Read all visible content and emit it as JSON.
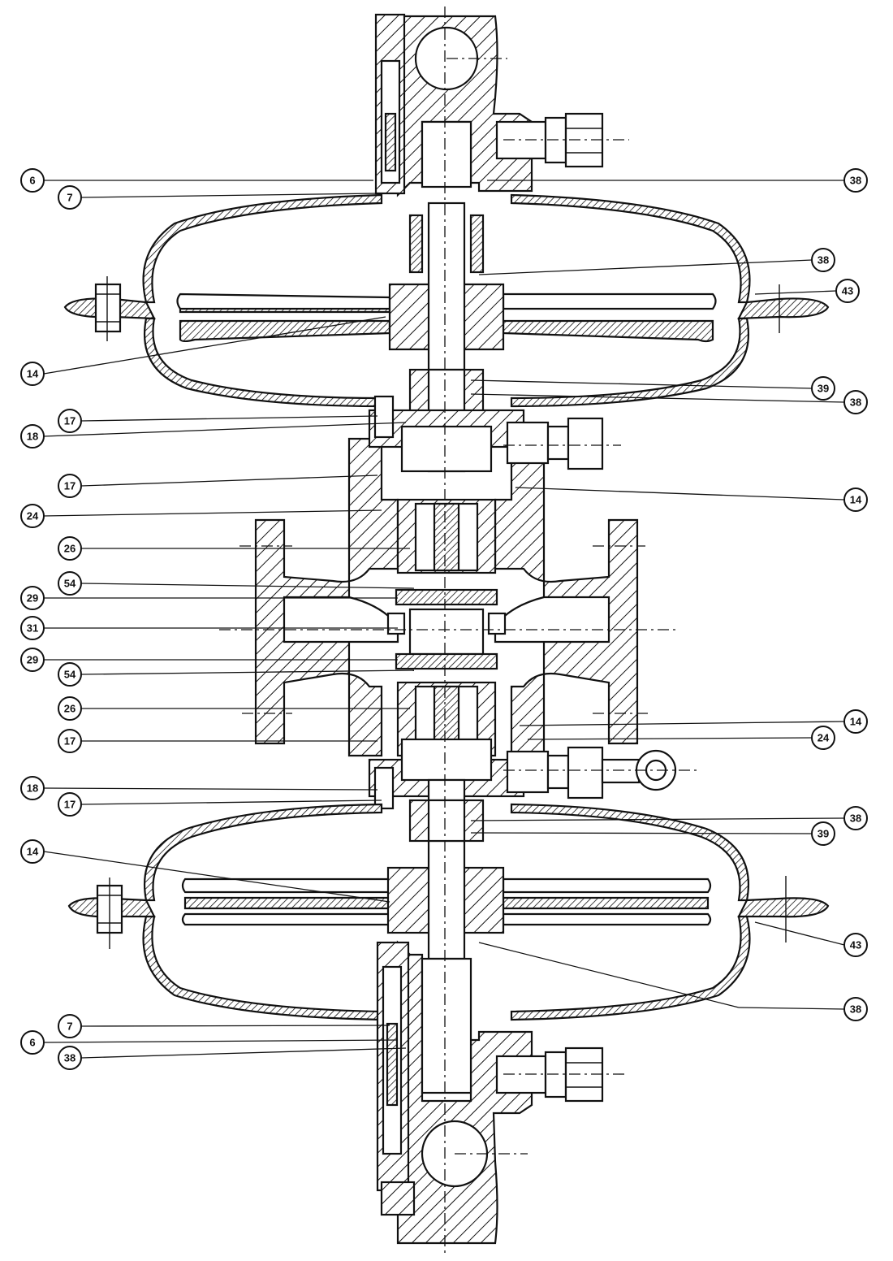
{
  "callouts": {
    "left": [
      {
        "id": "l6a",
        "label": "6"
      },
      {
        "id": "l7a",
        "label": "7"
      },
      {
        "id": "l14a",
        "label": "14"
      },
      {
        "id": "l17a",
        "label": "17"
      },
      {
        "id": "l18a",
        "label": "18"
      },
      {
        "id": "l17b",
        "label": "17"
      },
      {
        "id": "l24a",
        "label": "24"
      },
      {
        "id": "l26a",
        "label": "26"
      },
      {
        "id": "l54a",
        "label": "54"
      },
      {
        "id": "l29a",
        "label": "29"
      },
      {
        "id": "l31a",
        "label": "31"
      },
      {
        "id": "l29b",
        "label": "29"
      },
      {
        "id": "l54b",
        "label": "54"
      },
      {
        "id": "l26b",
        "label": "26"
      },
      {
        "id": "l17c",
        "label": "17"
      },
      {
        "id": "l18b",
        "label": "18"
      },
      {
        "id": "l17d",
        "label": "17"
      },
      {
        "id": "l14b",
        "label": "14"
      },
      {
        "id": "l7b",
        "label": "7"
      },
      {
        "id": "l6b",
        "label": "6"
      },
      {
        "id": "l38e",
        "label": "38"
      }
    ],
    "right": [
      {
        "id": "r38a",
        "label": "38"
      },
      {
        "id": "r38b",
        "label": "38"
      },
      {
        "id": "r43a",
        "label": "43"
      },
      {
        "id": "r39a",
        "label": "39"
      },
      {
        "id": "r38c",
        "label": "38"
      },
      {
        "id": "r14a",
        "label": "14"
      },
      {
        "id": "r14b",
        "label": "14"
      },
      {
        "id": "r24a",
        "label": "24"
      },
      {
        "id": "r38d",
        "label": "38"
      },
      {
        "id": "r39b",
        "label": "39"
      },
      {
        "id": "r43b",
        "label": "43"
      },
      {
        "id": "r38f",
        "label": "38"
      }
    ]
  }
}
